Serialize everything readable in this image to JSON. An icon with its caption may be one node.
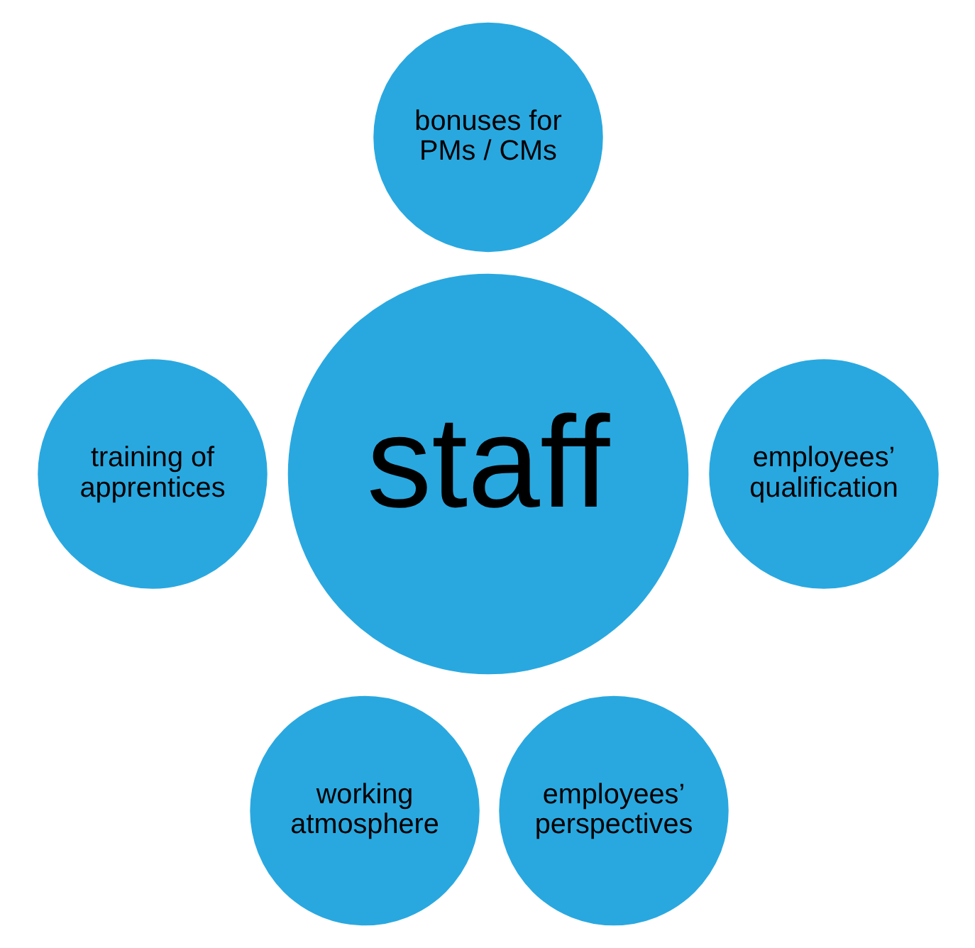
{
  "diagram": {
    "nodes": [
      {
        "text": [
          "staff"
        ]
      },
      {
        "text": [
          "bonuses for PMs / CMs"
        ]
      },
      {
        "text": [
          "training of apprentices"
        ]
      },
      {
        "text": [
          "employees’ qualification"
        ]
      },
      {
        "text": [
          "working atmosphere"
        ]
      },
      {
        "text": [
          "employees’ perspectives"
        ]
      }
    ],
    "edges": []
  }
}
